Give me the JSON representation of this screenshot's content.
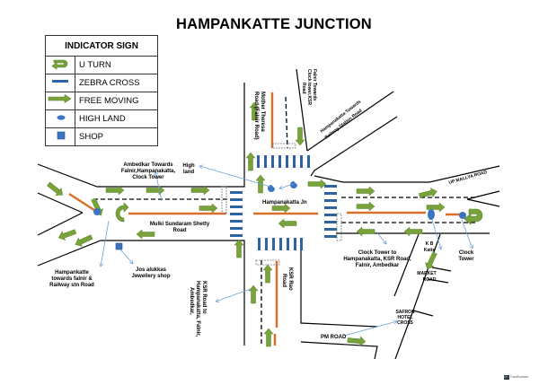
{
  "title": "HAMPANKATTE JUNCTION",
  "legend": {
    "header": "INDICATOR SIGN",
    "items": [
      {
        "icon": "u-turn-icon",
        "label": "U TURN"
      },
      {
        "icon": "zebra-cross-icon",
        "label": "ZEBRA CROSS"
      },
      {
        "icon": "free-moving-arrow-icon",
        "label": "FREE MOVING"
      },
      {
        "icon": "high-land-icon",
        "label": "HIGH LAND"
      },
      {
        "icon": "shop-icon",
        "label": "SHOP"
      }
    ]
  },
  "colors": {
    "arrow_green": "#77a33a",
    "arrow_outline": "#5a7f2a",
    "zebra_blue": "#2e63a6",
    "divider_orange": "#d9702a",
    "marker_blue": "#3b74c2",
    "pointer_blue": "#6d9fd6",
    "road_line": "#000000"
  },
  "labels": {
    "ambedkar": [
      "Ambedkar Towards",
      "Falnir,Hampanakatta,",
      "Clock Tower"
    ],
    "high_land": [
      "High",
      "land"
    ],
    "mulki": [
      "Mulki Sundaram Shetty",
      "Road"
    ],
    "hampankatte_towards": [
      "Hampankatte",
      "towards falnir &",
      "Railway stn Road"
    ],
    "jos": [
      "Jos alukkas",
      "Jewellery shop"
    ],
    "mother_theresa": [
      "Mother Theresa",
      "Road (Falnir Road)"
    ],
    "falnir_towards": [
      "Falnir Towards",
      "Clock tower,KSR",
      "Road"
    ],
    "railway_station": [
      "Hampanakatta Towards",
      "Railway Station Road"
    ],
    "junction": "Hampanakatta Jn",
    "up_mallya": "UP MALLYA ROAD",
    "clock_tower_to": [
      "Clock Tower to",
      "Hampanakatta, KSR Road,",
      "Falnir, Ambedkar"
    ],
    "kb_katte": [
      "K B",
      "Katte"
    ],
    "clock_tower": [
      "Clock",
      "Tower"
    ],
    "market_road": [
      "MARKET",
      "ROAD"
    ],
    "ksr_rao": [
      "KSR Rao",
      "Road"
    ],
    "ksr_to": [
      "KSR Road to",
      "Hampanakatta, Falnir,",
      "Ambedkar,"
    ],
    "safron": [
      "SAFRON",
      "HOTEL",
      "CROSS"
    ],
    "pm_road": "PM ROAD"
  },
  "watermark": "CamScanner"
}
